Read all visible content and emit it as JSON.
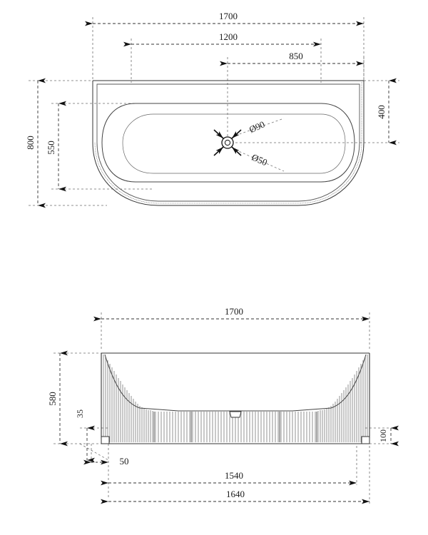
{
  "drawing": {
    "type": "engineering-drawing",
    "subject": "fluted freestanding bathtub",
    "units": "mm",
    "line_color": "#333333",
    "dim_color": "#222222"
  },
  "top_view": {
    "name": "plan-view",
    "dimensions": {
      "overall_width": "1700",
      "inner_width": "1200",
      "drain_offset_right": "850",
      "overall_depth": "800",
      "inner_depth": "550",
      "drain_offset_from_back": "400"
    },
    "callouts": {
      "drain_outer": "Ø90",
      "drain_inner": "Ø50"
    }
  },
  "front_view": {
    "name": "elevation-view",
    "dimensions": {
      "top_width": "1700",
      "height": "580",
      "foot_height": "35",
      "skirt_height": "100",
      "foot_inset": "50",
      "base_inner_width": "1540",
      "base_outer_width": "1640"
    }
  }
}
